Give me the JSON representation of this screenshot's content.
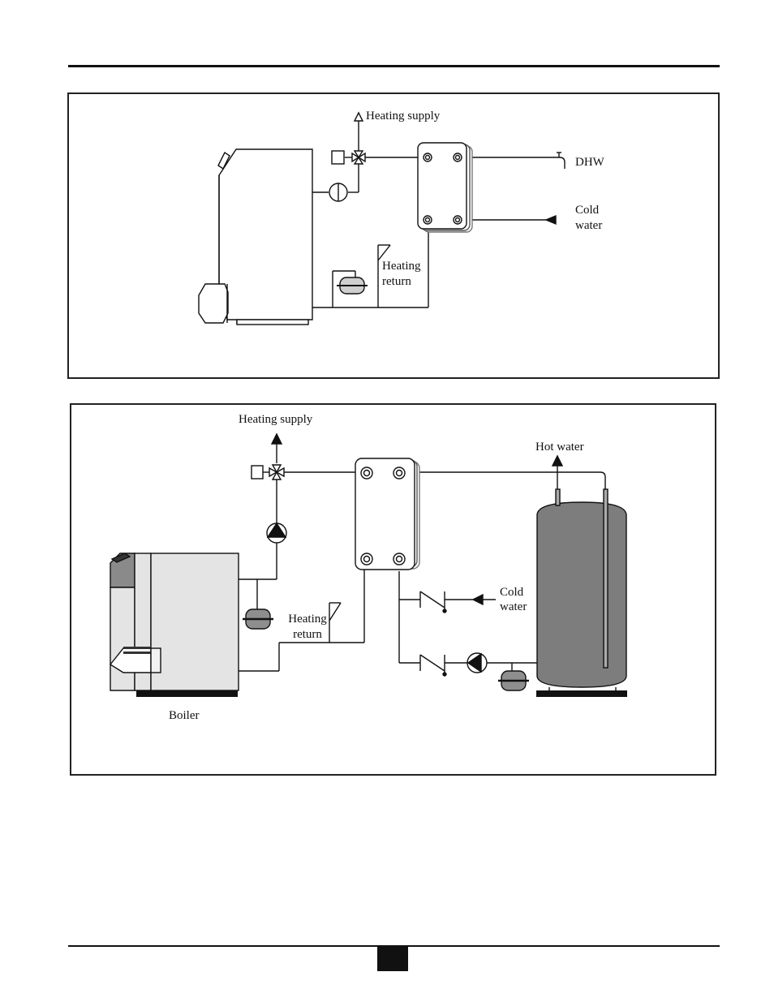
{
  "diagram_top": {
    "labels": {
      "heating_supply": "Heating supply",
      "dhw": "DHW",
      "cold_water_line1": "Cold",
      "cold_water_line2": "water",
      "heating_return_line1": "Heating",
      "heating_return_line2": "return"
    }
  },
  "diagram_bottom": {
    "labels": {
      "heating_supply": "Heating supply",
      "hot_water": "Hot water",
      "cold_water_line1": "Cold",
      "cold_water_line2": "water",
      "heating_return_line1": "Heating",
      "heating_return_line2": "return",
      "boiler": "Boiler"
    }
  },
  "colors": {
    "line": "#111111",
    "tank_fill": "#7d7d7d",
    "boiler_body": "#e4e4e4",
    "boiler_dark": "#8a8a8a"
  }
}
